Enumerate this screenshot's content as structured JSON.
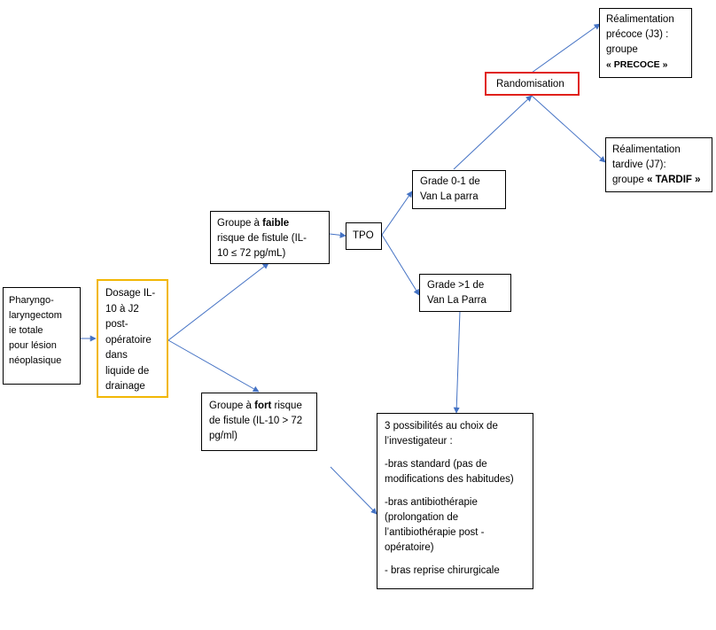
{
  "colors": {
    "arrow": "#4472c4",
    "dosage_border": "#f2b705",
    "randomisation_border": "#e0201b",
    "box_border": "#000000"
  },
  "nodes": {
    "pharyngo": [
      "Pharyngo-",
      "laryngectom",
      "ie totale",
      "pour lésion",
      "néoplasique"
    ],
    "dosage": [
      "Dosage IL-",
      "10 à J2",
      "post-",
      "opératoire",
      "dans",
      "liquide de",
      "drainage"
    ],
    "faible": {
      "l1_pre": "Groupe à ",
      "l1_bold": "faible",
      "l2": "risque de fistule (IL-",
      "l3": "10 ≤ 72 pg/mL)"
    },
    "fort": {
      "l1_pre": "Groupe à ",
      "l1_bold": "fort",
      "l1_post": " risque",
      "l2": "de fistule (IL-10 > 72",
      "l3": "pg/ml)"
    },
    "tpo": "TPO",
    "grade01": [
      "Grade 0-1 de",
      "Van La parra"
    ],
    "grade1": [
      "Grade >1 de",
      "Van La Parra"
    ],
    "randomisation": "Randomisation",
    "precoce": {
      "l1": "Réalimentation",
      "l2": "précoce (J3) :",
      "l3": "groupe",
      "l4": "« PRECOCE »"
    },
    "tardif": {
      "l1": "Réalimentation",
      "l2": "tardive (J7):",
      "l3_pre": "groupe ",
      "l3_bold": "« TARDIF »"
    },
    "possibilites": {
      "intro": [
        "3 possibilités au choix de",
        "l’investigateur :"
      ],
      "arm1": [
        "-bras standard (pas de",
        "modifications des habitudes)"
      ],
      "arm2": [
        "-bras antibiothérapie",
        "(prolongation de",
        "l’antibiothérapie post -",
        "opératoire)"
      ],
      "arm3": [
        "- bras reprise chirurgicale"
      ]
    }
  }
}
